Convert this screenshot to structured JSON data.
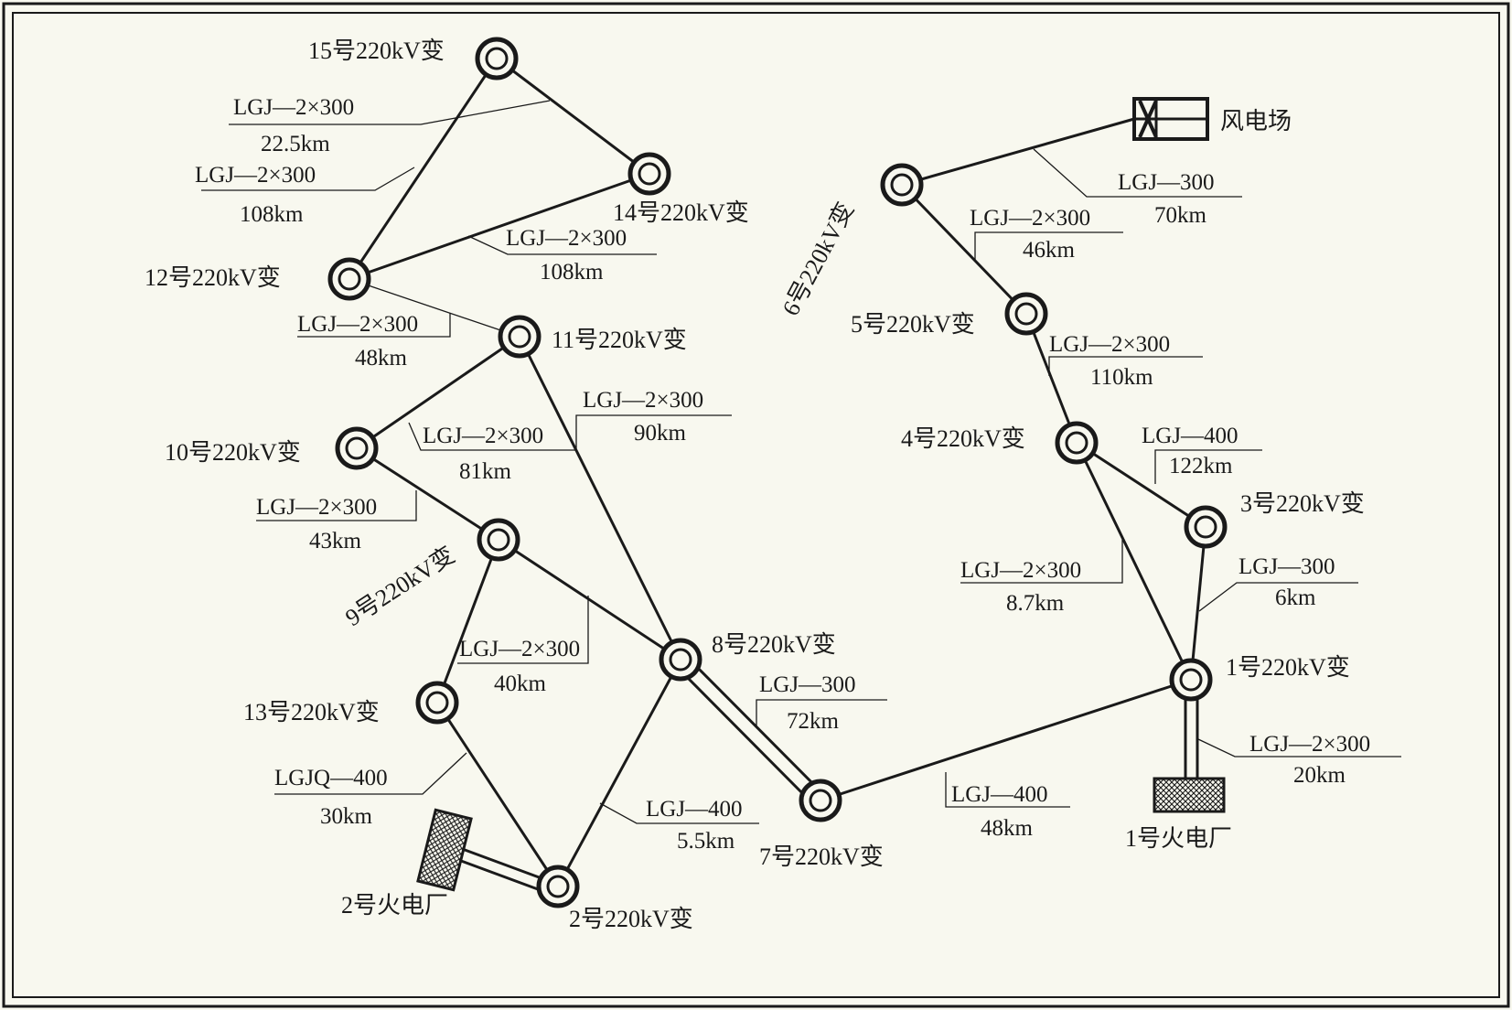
{
  "stations": {
    "s1": "1号220kV变",
    "s2": "2号220kV变",
    "s3": "3号220kV变",
    "s4": "4号220kV变",
    "s5": "5号220kV变",
    "s6": "6号220kV变",
    "s7": "7号220kV变",
    "s8": "8号220kV变",
    "s9": "9号220kV变",
    "s10": "10号220kV变",
    "s11": "11号220kV变",
    "s12": "12号220kV变",
    "s13": "13号220kV变",
    "s14": "14号220kV变",
    "s15": "15号220kV变"
  },
  "plants": {
    "wind": "风电场",
    "thermal1": "1号火电厂",
    "thermal2": "2号火电厂"
  },
  "lines": {
    "l_15_14": {
      "spec": "LGJ—2×300",
      "length": "22.5km"
    },
    "l_15_12": {
      "spec": "LGJ—2×300",
      "length": "108km"
    },
    "l_14_12": {
      "spec": "LGJ—2×300",
      "length": "108km"
    },
    "l_12_11": {
      "spec": "LGJ—2×300",
      "length": "48km"
    },
    "l_11_8": {
      "spec": "LGJ—2×300",
      "length": "90km"
    },
    "l_11_10": {
      "spec": "LGJ—2×300",
      "length": "81km"
    },
    "l_10_9": {
      "spec": "LGJ—2×300",
      "length": "43km"
    },
    "l_9_8": {
      "spec": "LGJ—2×300",
      "length": "40km"
    },
    "l_13_2": {
      "spec": "LGJQ—400",
      "length": "30km"
    },
    "l_8_2": {
      "spec": "LGJ—400",
      "length": "5.5km"
    },
    "l_8_7": {
      "spec": "LGJ—300",
      "length": "72km"
    },
    "l_7_1": {
      "spec": "LGJ—400",
      "length": "48km"
    },
    "l_wind_6": {
      "spec": "LGJ—300",
      "length": "70km"
    },
    "l_6_5": {
      "spec": "LGJ—2×300",
      "length": "46km"
    },
    "l_5_4": {
      "spec": "LGJ—2×300",
      "length": "110km"
    },
    "l_4_3": {
      "spec": "LGJ—400",
      "length": "122km"
    },
    "l_4_1": {
      "spec": "LGJ—2×300",
      "length": "8.7km"
    },
    "l_3_1": {
      "spec": "LGJ—300",
      "length": "6km"
    },
    "l_1_tp1": {
      "spec": "LGJ—2×300",
      "length": "20km"
    }
  },
  "colors": {
    "background": "#f8f8ef",
    "ink": "#1a1a1a"
  }
}
